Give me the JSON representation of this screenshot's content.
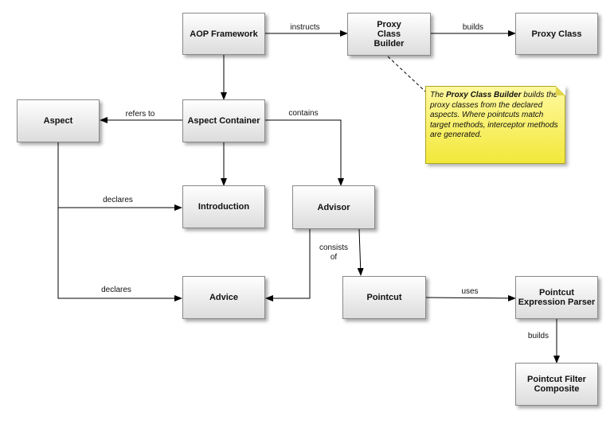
{
  "nodes": {
    "aop_framework": "AOP Framework",
    "proxy_class_builder": "Proxy\nClass\nBuilder",
    "proxy_class": "Proxy Class",
    "aspect": "Aspect",
    "aspect_container": "Aspect Container",
    "introduction": "Introduction",
    "advisor": "Advisor",
    "advice": "Advice",
    "pointcut": "Pointcut",
    "pointcut_expression_parser": "Pointcut\nExpression Parser",
    "pointcut_filter_composite": "Pointcut Filter\nComposite"
  },
  "edges": {
    "instructs": "instructs",
    "builds_proxy": "builds",
    "refers_to": "refers to",
    "contains": "contains",
    "declares_introduction": "declares",
    "declares_advice": "declares",
    "consists_of": "consists\nof",
    "uses": "uses",
    "builds_filter": "builds"
  },
  "note": {
    "prefix": "The ",
    "subject": "Proxy Class Builder",
    "suffix": " builds the proxy classes from the declared aspects. Where pointcuts match target methods, interceptor methods are generated."
  },
  "colors": {
    "note_fill": "#f5ec4a",
    "box_fill": "#e6e6e6",
    "line": "#000000"
  }
}
